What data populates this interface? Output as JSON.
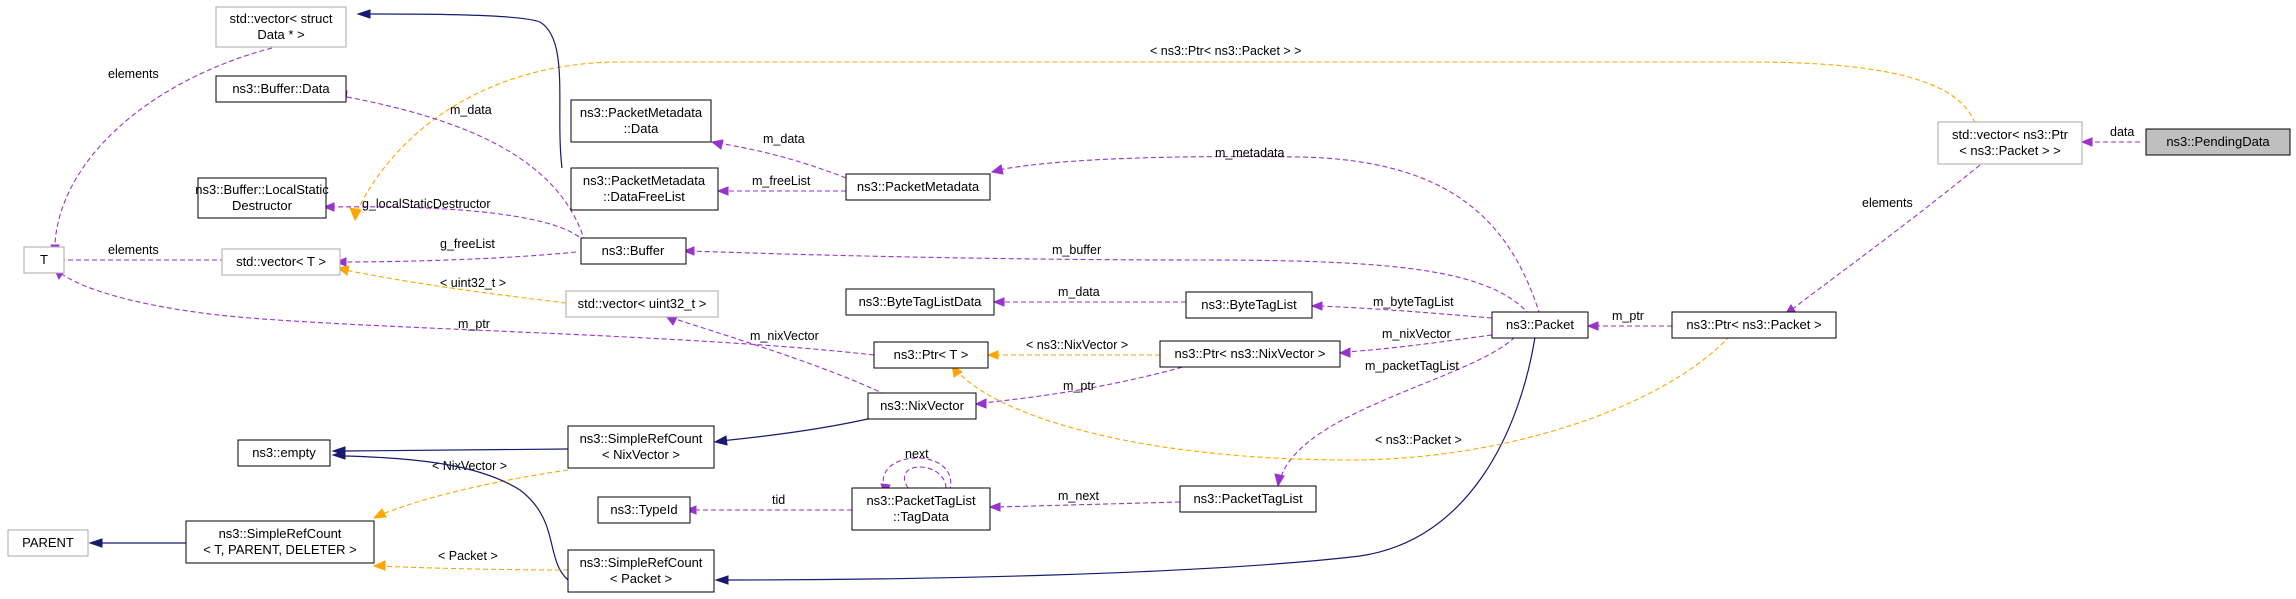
{
  "nodes": {
    "vector_struct_data": {
      "lines": [
        "std::vector< struct",
        "Data * >"
      ]
    },
    "buffer_data": {
      "lines": [
        "ns3::Buffer::Data"
      ]
    },
    "buffer_localstatic": {
      "lines": [
        "ns3::Buffer::LocalStatic",
        "Destructor"
      ]
    },
    "T": {
      "lines": [
        "T"
      ]
    },
    "vector_T": {
      "lines": [
        "std::vector< T >"
      ]
    },
    "empty": {
      "lines": [
        "ns3::empty"
      ]
    },
    "parent": {
      "lines": [
        "PARENT"
      ]
    },
    "simplerefcount_tpd": {
      "lines": [
        "ns3::SimpleRefCount",
        "< T, PARENT, DELETER >"
      ]
    },
    "packetmetadata_data": {
      "lines": [
        "ns3::PacketMetadata",
        "::Data"
      ]
    },
    "packetmetadata_datafreelist": {
      "lines": [
        "ns3::PacketMetadata",
        "::DataFreeList"
      ]
    },
    "buffer": {
      "lines": [
        "ns3::Buffer"
      ]
    },
    "vector_uint32": {
      "lines": [
        "std::vector< uint32_t >"
      ]
    },
    "bytetaglistdata": {
      "lines": [
        "ns3::ByteTagListData"
      ]
    },
    "ptr_T": {
      "lines": [
        "ns3::Ptr< T >"
      ]
    },
    "nixvector": {
      "lines": [
        "ns3::NixVector"
      ]
    },
    "simplerefcount_nix": {
      "lines": [
        "ns3::SimpleRefCount",
        "< NixVector >"
      ]
    },
    "typeid": {
      "lines": [
        "ns3::TypeId"
      ]
    },
    "packettaglist_tagdata": {
      "lines": [
        "ns3::PacketTagList",
        "::TagData"
      ]
    },
    "simplerefcount_packet": {
      "lines": [
        "ns3::SimpleRefCount",
        "< Packet >"
      ]
    },
    "packetmetadata": {
      "lines": [
        "ns3::PacketMetadata"
      ]
    },
    "bytetaglist": {
      "lines": [
        "ns3::ByteTagList"
      ]
    },
    "ptr_nixvector": {
      "lines": [
        "ns3::Ptr< ns3::NixVector >"
      ]
    },
    "packettaglist": {
      "lines": [
        "ns3::PacketTagList"
      ]
    },
    "packet": {
      "lines": [
        "ns3::Packet"
      ]
    },
    "ptr_packet": {
      "lines": [
        "ns3::Ptr< ns3::Packet >"
      ]
    },
    "vector_ptr_packet": {
      "lines": [
        "std::vector< ns3::Ptr",
        "< ns3::Packet > >"
      ]
    },
    "pendingdata": {
      "lines": [
        "ns3::PendingData"
      ]
    }
  },
  "edge_labels": {
    "elements_struct": "elements",
    "m_data_buffer": "m_data",
    "g_localstatic": "g_localStaticDestructor",
    "elements_T": "elements",
    "g_freelist": "g_freeList",
    "uint32_t": "< uint32_t >",
    "m_ptr_T": "m_ptr",
    "m_nixvector_ptr": "m_nixVector",
    "nixvector_tmpl": "< NixVector >",
    "packet_tmpl_left": "< Packet >",
    "m_data_pm": "m_data",
    "m_freelist": "m_freeList",
    "m_metadata": "m_metadata",
    "m_buffer": "m_buffer",
    "m_data_btl": "m_data",
    "m_bytetaglist": "m_byteTagList",
    "nixvector_ptr_tmpl": "< ns3::NixVector >",
    "m_ptr_nix": "m_ptr",
    "m_nixvector_packet": "m_nixVector",
    "m_packettaglist": "m_packetTagList",
    "packet_ptr_tmpl": "< ns3::Packet >",
    "tid": "tid",
    "next": "next",
    "m_next": "m_next",
    "m_ptr_packet": "m_ptr",
    "elements_vec": "elements",
    "data": "data",
    "ptr_packet_tmpl": "< ns3::Ptr< ns3::Packet > >"
  },
  "colors": {
    "member_edge": "#9a32cd",
    "template_edge": "#ffa500",
    "inheritance_edge": "#191970",
    "focus_fill": "#bfbfbf"
  }
}
